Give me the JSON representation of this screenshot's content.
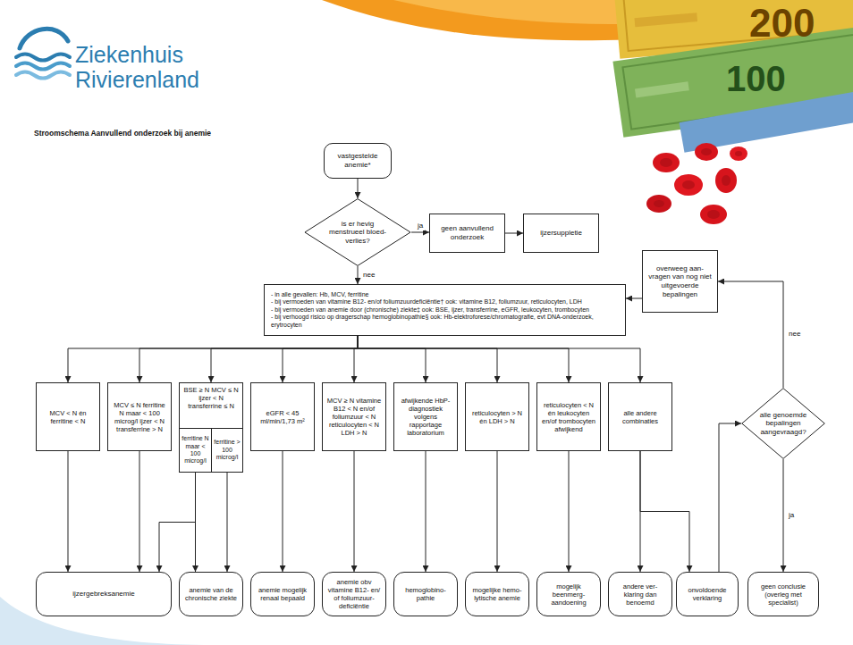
{
  "diagram": {
    "title": "Stroomschema Aanvullend onderzoek bij anemie",
    "nodes": [
      {
        "text": [
          "vastgestelde anemie*"
        ]
      },
      {
        "text": [
          "is er hevig menstrueel bloed- verlies?"
        ]
      },
      {
        "text": [
          "geen aanvullend onderzoek"
        ]
      },
      {
        "text": [
          "ijzersuppletie"
        ]
      },
      {
        "text": [
          "- in alle gevallen: Hb, MCV, ferritine",
          "- bij vermoeden van vitamine B12- en/of foliumzuurdeficiëntie† ook: vitamine B12, foliumzuur, reticulocyten, LDH",
          "- bij vermoeden van anemie door (chronische) ziekte‡ ook: BSE, ijzer, transferrine, eGFR, leukocyten, trombocyten",
          "- bij verhoogd risico op dragerschap hemoglobinopathie§ ook: Hb-elektroforese/chromatografie, evt DNA-onderzoek, erytrocyten"
        ]
      },
      {
        "text": [
          "overweeg aan- vragen van nog niet uitgevoerde bepalingen"
        ]
      },
      {
        "text": [
          "MCV < N én ferritine < N"
        ]
      },
      {
        "text": [
          "MCV ≤ N ferritine N maar < 100 microg/l ijzer < N transferrine > N"
        ]
      },
      {
        "text": [
          "BSE ≥ N MCV ≤ N ijzer < N transferrine ≤ N"
        ]
      },
      {
        "text": [
          "ferritine N maar < 100 microg/l"
        ],
        "in": 8
      },
      {
        "text": [
          "ferritine > 100 microg/l"
        ],
        "in": 8
      },
      {
        "text": [
          "eGFR < 45 ml/min/1,73 m²"
        ]
      },
      {
        "text": [
          "MCV ≥ N vitamine B12 < N en/of foliumzuur < N reticulocyten < N LDH > N"
        ]
      },
      {
        "text": [
          "afwijkende HbP-diagnostiek volgens rapportage laboratorium"
        ]
      },
      {
        "text": [
          "reticulocyten > N én LDH > N"
        ]
      },
      {
        "text": [
          "reticulocyten < N én leukocyten en/of trombocyten afwijkend"
        ]
      },
      {
        "text": [
          "alle andere combinaties"
        ]
      },
      {
        "text": [
          "alle genoemde bepalingen aangevraagd?"
        ]
      },
      {
        "text": [
          "ijzergebreksanemie"
        ]
      },
      {
        "text": [
          "anemie van de chronische ziekte"
        ]
      },
      {
        "text": [
          "anemie mogelijk renaal bepaald"
        ]
      },
      {
        "text": [
          "anemie obv vitamine B12- en/ of foliumzuur- deficiëntie"
        ]
      },
      {
        "text": [
          "hemoglobino- pathie"
        ]
      },
      {
        "text": [
          "mogelijke hemo- lytische anemie"
        ]
      },
      {
        "text": [
          "mogelijk beenmerg- aandoening"
        ]
      },
      {
        "text": [
          "andere ver- klaring dan benoemd"
        ]
      },
      {
        "text": [
          "onvoldoende verklaring"
        ]
      },
      {
        "text": [
          "geen conclusie (overleg met specialist)"
        ]
      }
    ],
    "edges": [
      {
        "from": 0,
        "to": 1,
        "arrow": "to"
      },
      {
        "from": 1,
        "to": 2,
        "arrow": "to",
        "label": "ja"
      },
      {
        "from": 2,
        "to": 3,
        "arrow": "to"
      },
      {
        "from": 1,
        "to": 4,
        "arrow": "to",
        "label": "nee"
      },
      {
        "from": 4,
        "to": 6,
        "arrow": "to"
      },
      {
        "from": 4,
        "to": 7,
        "arrow": "to"
      },
      {
        "from": 4,
        "to": 8,
        "arrow": "to"
      },
      {
        "from": 4,
        "to": 11,
        "arrow": "to"
      },
      {
        "from": 4,
        "to": 12,
        "arrow": "to"
      },
      {
        "from": 4,
        "to": 13,
        "arrow": "to"
      },
      {
        "from": 4,
        "to": 14,
        "arrow": "to"
      },
      {
        "from": 4,
        "to": 15,
        "arrow": "to"
      },
      {
        "from": 4,
        "to": 16,
        "arrow": "to"
      },
      {
        "from": 5,
        "to": 4,
        "arrow": "to"
      },
      {
        "from": 6,
        "to": 18,
        "arrow": "to"
      },
      {
        "from": 7,
        "to": 18,
        "arrow": "to"
      },
      {
        "from": 9,
        "to": 18,
        "arrow": "to"
      },
      {
        "from": 9,
        "to": 19,
        "arrow": "to"
      },
      {
        "from": 10,
        "to": 19,
        "arrow": "to"
      },
      {
        "from": 11,
        "to": 20,
        "arrow": "to"
      },
      {
        "from": 12,
        "to": 21,
        "arrow": "to"
      },
      {
        "from": 13,
        "to": 22,
        "arrow": "to"
      },
      {
        "from": 14,
        "to": 23,
        "arrow": "to"
      },
      {
        "from": 15,
        "to": 24,
        "arrow": "to"
      },
      {
        "from": 16,
        "to": 25,
        "arrow": "to"
      },
      {
        "from": 16,
        "to": 26,
        "arrow": "to"
      },
      {
        "from": 26,
        "to": 17,
        "arrow": "to"
      },
      {
        "from": 17,
        "to": 5,
        "arrow": "to",
        "label": "nee"
      },
      {
        "from": 17,
        "to": 27,
        "arrow": "to",
        "label": "ja"
      }
    ],
    "labels": [
      "Ziekenhuis",
      "Rivierenland",
      "200",
      "100"
    ]
  }
}
